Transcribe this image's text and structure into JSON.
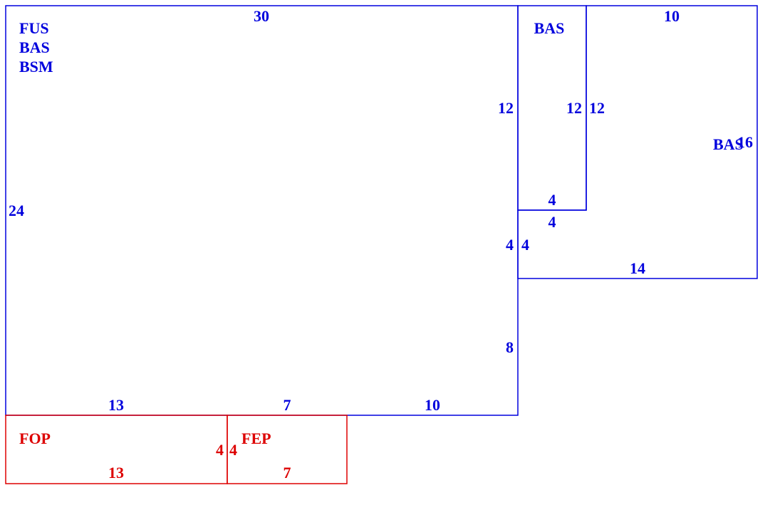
{
  "colors": {
    "upper_floor": "#0000dd",
    "lower_floor": "#dd0000",
    "background": "#ffffff"
  },
  "main_area": {
    "codes": [
      "FUS",
      "BAS",
      "BSM"
    ],
    "dims": {
      "top": "30",
      "left": "24",
      "right_upper": "12",
      "right_mid": "4",
      "right_lower": "8",
      "bottom_1": "13",
      "bottom_2": "7",
      "bottom_3": "10"
    }
  },
  "narrow_bas": {
    "code": "BAS",
    "dims": {
      "right": "12",
      "bottom": "4"
    }
  },
  "wide_bas": {
    "code": "BAS",
    "dims": {
      "top": "10",
      "left_upper": "12",
      "left_lower": "4",
      "top_inner": "4",
      "right": "16",
      "bottom": "14"
    }
  },
  "fop": {
    "code": "FOP",
    "dims": {
      "right": "4",
      "bottom": "13"
    }
  },
  "fep": {
    "code": "FEP",
    "dims": {
      "left": "4",
      "bottom": "7"
    }
  }
}
